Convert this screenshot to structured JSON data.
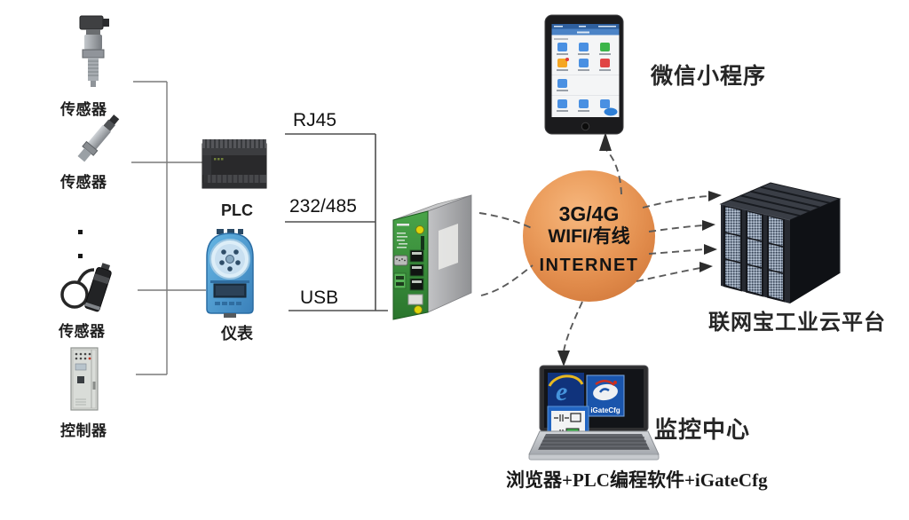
{
  "diagram": {
    "field_devices": {
      "sensor1_label": "传感器",
      "sensor2_label": "传感器",
      "sensor3_label": "传感器",
      "controller_label": "控制器"
    },
    "site_devices": {
      "plc_label": "PLC",
      "meter_label": "仪表"
    },
    "links": {
      "rj45": "RJ45",
      "serial": "232/485",
      "usb": "USB"
    },
    "internet": {
      "line1": "3G/4G",
      "line2": "WIFI/有线",
      "line3": "INTERNET"
    },
    "cloud_side": {
      "wechat_label": "微信小程序",
      "platform_label": "联网宝工业云平台",
      "monitor_label": "监控中心",
      "monitor_tools": "浏览器+PLC编程软件+iGateCfg",
      "igatecfg_tile_text": "iGateCfg"
    },
    "colors": {
      "internet_circle_orange": "#e08a4a",
      "router_front_green": "#3f9b3f",
      "meter_blue": "#4aa0d8",
      "tablet_header_blue": "#4b83c6",
      "software_tile_blue": "#1a55ac",
      "solid_line_gray": "#7a7a7a",
      "dashed_line_gray": "#5a5a5a",
      "label_text": "#1e1e1e"
    }
  }
}
